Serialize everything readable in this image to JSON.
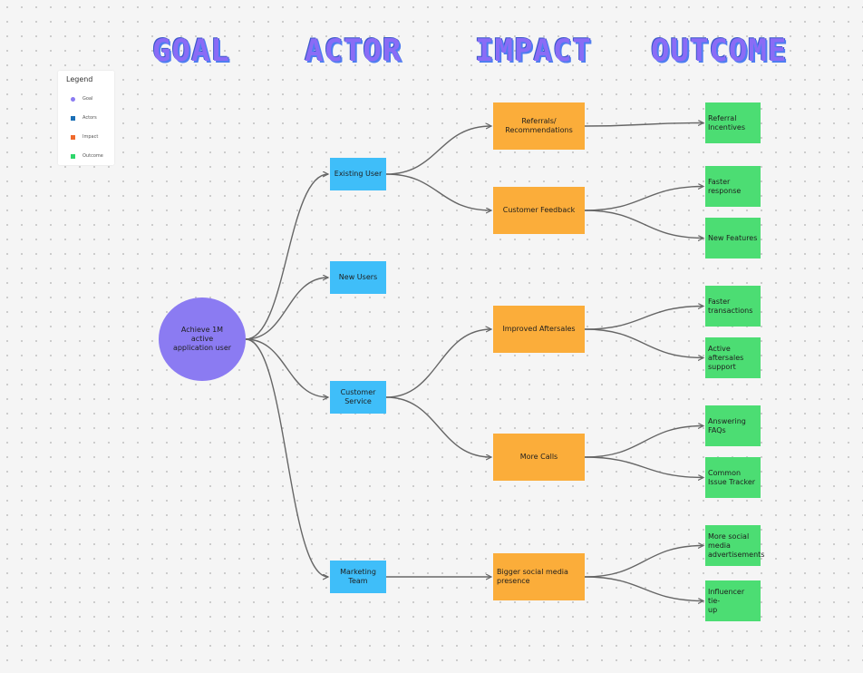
{
  "headers": {
    "goal": "GOAL",
    "actor": "ACTOR",
    "impact": "IMPACT",
    "outcome": "OUTCOME"
  },
  "legend": {
    "title": "Legend",
    "items": [
      {
        "label": "Goal",
        "color": "#8b7bf2"
      },
      {
        "label": "Actors",
        "color": "#1b6fb5"
      },
      {
        "label": "Impact",
        "color": "#f06a2c"
      },
      {
        "label": "Outcome",
        "color": "#2ed66b"
      }
    ]
  },
  "colors": {
    "goal": "#8b7bf2",
    "actor": "#3fbef9",
    "impact": "#fbad3a",
    "outcome": "#4cdd73",
    "connector": "#666666"
  },
  "goal": {
    "label": "Achieve 1M\nactive\napplication user"
  },
  "actors": [
    {
      "label": "Existing User"
    },
    {
      "label": "New Users"
    },
    {
      "label": "Customer\nService"
    },
    {
      "label": "Marketing\nTeam"
    }
  ],
  "impacts": [
    {
      "label": "Referrals/\nRecommendations"
    },
    {
      "label": "Customer Feedback"
    },
    {
      "label": "Improved Aftersales"
    },
    {
      "label": "More Calls"
    },
    {
      "label": "Bigger social media\npresence"
    }
  ],
  "outcomes": [
    {
      "label": "Referral\nIncentives"
    },
    {
      "label": "Faster\nresponse"
    },
    {
      "label": "New Features"
    },
    {
      "label": "Faster\ntransactions"
    },
    {
      "label": "Active\naftersales\nsupport"
    },
    {
      "label": "Answering\nFAQs"
    },
    {
      "label": "Common\nIssue Tracker"
    },
    {
      "label": "More social\nmedia\nadvertisements"
    },
    {
      "label": "Influencer tie-\nup"
    }
  ]
}
